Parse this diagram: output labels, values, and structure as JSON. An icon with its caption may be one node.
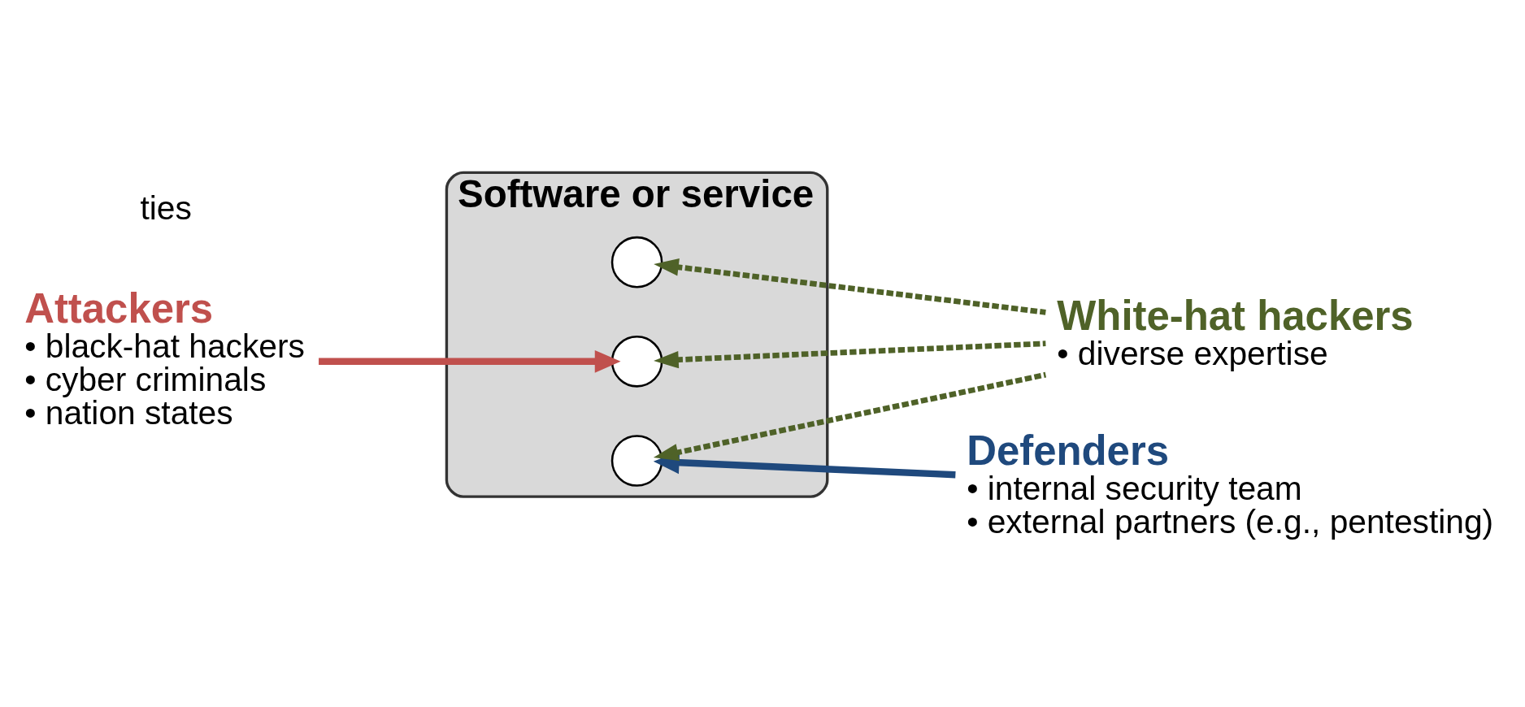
{
  "diagram": {
    "nodes": [
      {
        "text": [
          "Software or service"
        ]
      },
      {
        "text": [],
        "shape": "circle",
        "in": 0
      },
      {
        "text": [],
        "shape": "circle",
        "in": 0
      },
      {
        "text": [],
        "shape": "circle",
        "in": 0
      },
      {
        "text": [
          "Attackers",
          "• black-hat hackers",
          "• cyber criminals",
          "• nation states"
        ]
      },
      {
        "text": [
          "Defenders",
          "• internal security team",
          "• external partners (e.g., pentesting)"
        ]
      },
      {
        "text": [
          "White-hat hackers",
          "• diverse expertise"
        ]
      }
    ],
    "edges": [
      {
        "from": 4,
        "to": 2,
        "arrow": "to",
        "color": "#c0504d"
      },
      {
        "from": 5,
        "to": 3,
        "arrow": "to",
        "color": "#1f497d"
      },
      {
        "from": 6,
        "to": 1,
        "arrow": "to",
        "style": "dashed",
        "color": "#4f6228"
      },
      {
        "from": 6,
        "to": 2,
        "arrow": "to",
        "style": "dashed",
        "color": "#4f6228"
      },
      {
        "from": 6,
        "to": 3,
        "arrow": "to",
        "style": "dashed",
        "color": "#4f6228"
      }
    ],
    "labels": [
      "ties"
    ]
  }
}
